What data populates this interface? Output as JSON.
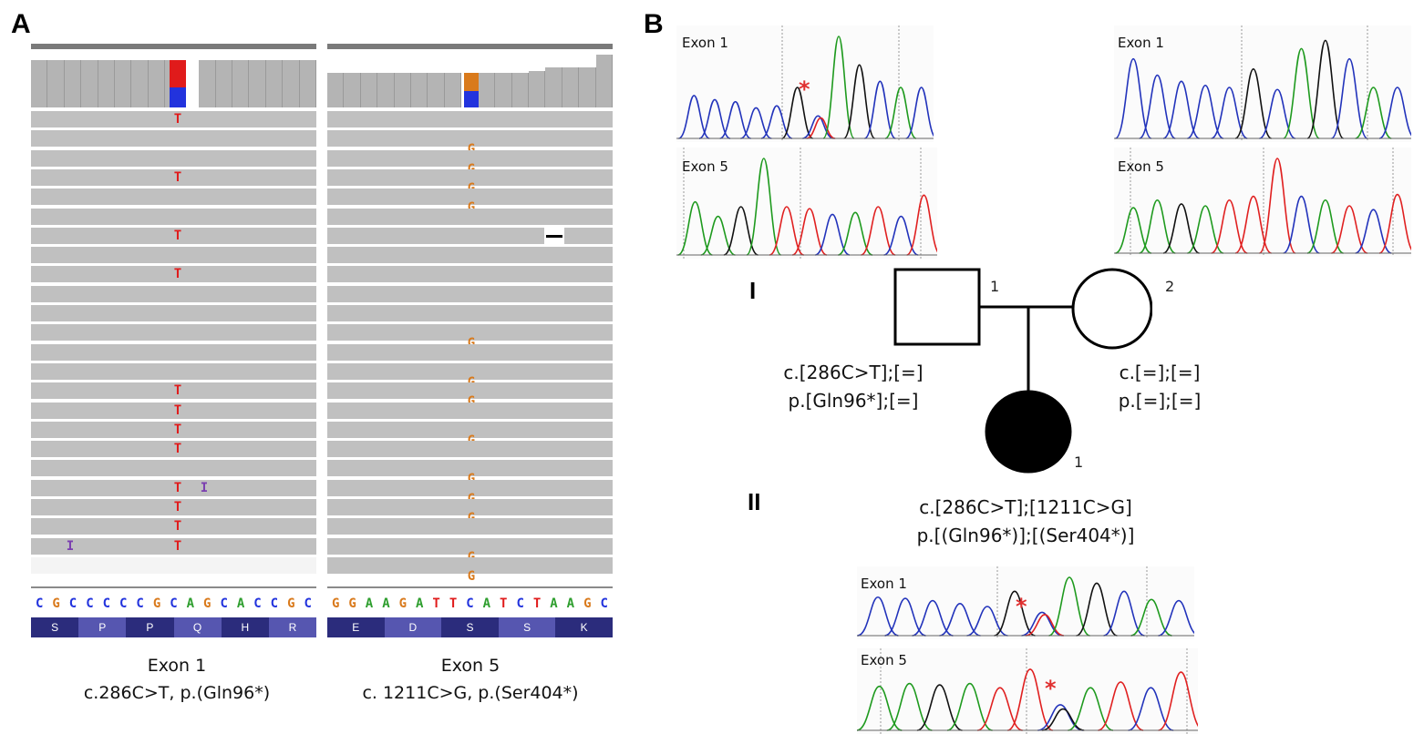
{
  "panels": {
    "a_label": "A",
    "b_label": "B"
  },
  "igv_left": {
    "mismatch_base": "T",
    "insertion_mark": "I",
    "reference_sequence": [
      "C",
      "G",
      "C",
      "C",
      "C",
      "C",
      "C",
      "G",
      "C",
      "A",
      "G",
      "C",
      "A",
      "C",
      "C",
      "G",
      "C"
    ],
    "amino_acids": [
      "S",
      "P",
      "P",
      "Q",
      "H",
      "R"
    ],
    "caption_exon": "Exon 1",
    "caption_variant": "c.286C>T, p.(Gln96*)"
  },
  "igv_right": {
    "mismatch_base": "G",
    "deletion_mark": "—",
    "reference_sequence": [
      "G",
      "G",
      "A",
      "A",
      "G",
      "A",
      "T",
      "T",
      "C",
      "A",
      "T",
      "C",
      "T",
      "A",
      "A",
      "G",
      "C"
    ],
    "amino_acids": [
      "E",
      "D",
      "S",
      "S",
      "K"
    ],
    "caption_exon": "Exon 5",
    "caption_variant": "c. 1211C>G, p.(Ser404*)"
  },
  "colors": {
    "A": "#2e9e2e",
    "C": "#2233dd",
    "G": "#d97a1c",
    "T": "#e01b1b",
    "insertion": "#7b3fb0",
    "aa_dark": "#2b2c7c",
    "aa_light": "#5656b0"
  },
  "chromatograms": {
    "father": {
      "exon1_label": "Exon 1",
      "exon5_label": "Exon 5",
      "asterisk": "*"
    },
    "mother": {
      "exon1_label": "Exon 1",
      "exon5_label": "Exon 5"
    },
    "proband": {
      "exon1_label": "Exon 1",
      "exon5_label": "Exon 5",
      "asterisk": "*"
    }
  },
  "pedigree": {
    "gen1": "I",
    "gen2": "II",
    "father_num": "1",
    "mother_num": "2",
    "proband_num": "1",
    "father_cdna": "c.[286C>T];[=]",
    "father_protein": "p.[Gln96*];[=]",
    "mother_cdna": "c.[=];[=]",
    "mother_protein": "p.[=];[=]",
    "proband_cdna": "c.[286C>T];[1211C>G]",
    "proband_protein": "p.[(Gln96*)];[(Ser404*)]"
  }
}
